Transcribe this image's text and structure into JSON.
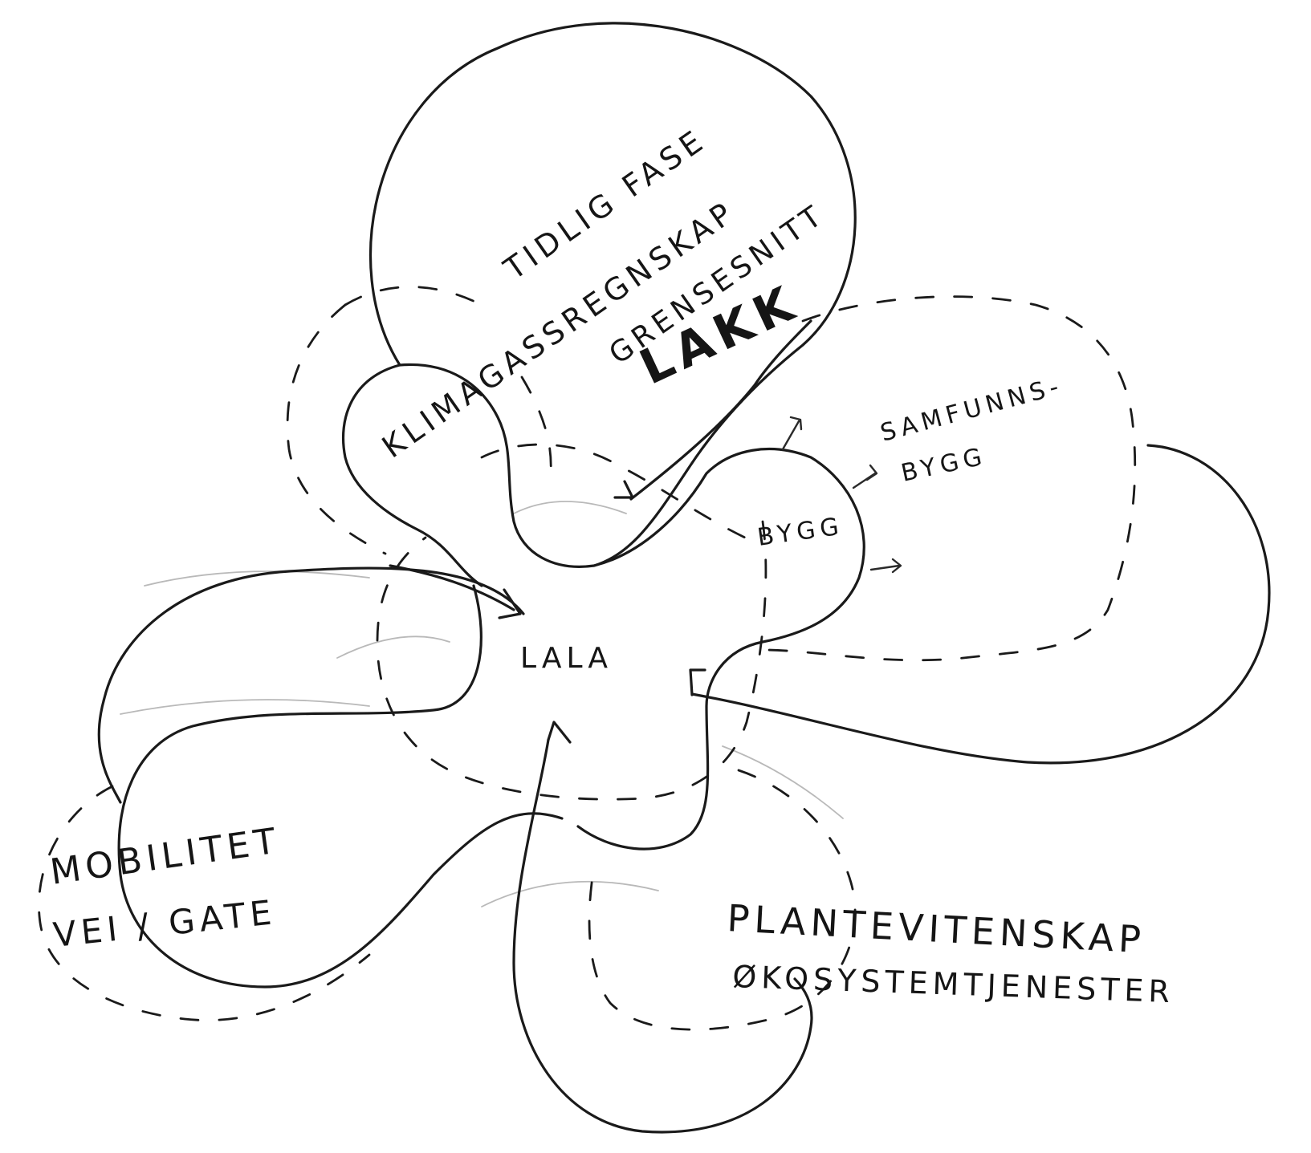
{
  "diagram": {
    "center": "LALA",
    "petals": {
      "top": [
        "TIDLIG FASE",
        "KLIMAGASSREGNSKAP",
        "GRENSESNITT",
        "LAKK"
      ],
      "right": [
        "BYGG",
        "SAMFUNNS-",
        "BYGG"
      ],
      "left": [
        "MOBILITET",
        "VEI / GATE"
      ],
      "bottom": [
        "PLANTEVITENSKAP",
        "ØKOSYSTEMTJENESTER"
      ]
    }
  }
}
